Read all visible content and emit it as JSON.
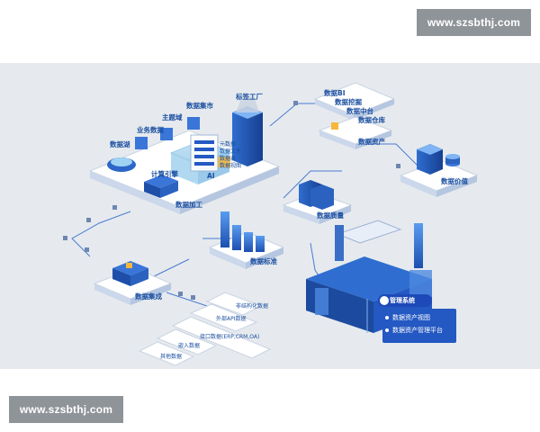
{
  "watermark": "www.szsbthj.com",
  "diagram": {
    "nodes": {
      "data_processing": "数据加工",
      "data_lake": "数据湖",
      "business_data": "业务数据",
      "theme_data": "主题域",
      "data_mart": "数据集市",
      "compute": "计算引擎",
      "ai": "AI",
      "label_factory": "标签工厂",
      "bi": "数据BI",
      "mining": "数据挖掘",
      "middle_platform": "数据中台",
      "warehouse": "数据仓库",
      "asset": "数据资产",
      "value": "数据价值",
      "quality": "数据质量",
      "standard": "数据标准",
      "integration": "数据集成"
    },
    "catalog_items": [
      "元数据",
      "数据文件",
      "数据表",
      "数据视图"
    ],
    "sources": [
      "非结构化数据",
      "外部API数据",
      "接口数据(ERP,CRM,OA)",
      "嵌入数据",
      "其他数据"
    ],
    "management": {
      "title": "管理系统",
      "items": [
        "数据资产视图",
        "数据资产管理平台"
      ]
    }
  },
  "colors": {
    "panel": "#e6eaee",
    "platform_top": "#ffffff",
    "platform_edge": "#c8d3e3",
    "link": "#4a7bd0",
    "accent": "#2458c2",
    "cube": "#3a75d8",
    "highlight": "#f6b73c"
  }
}
